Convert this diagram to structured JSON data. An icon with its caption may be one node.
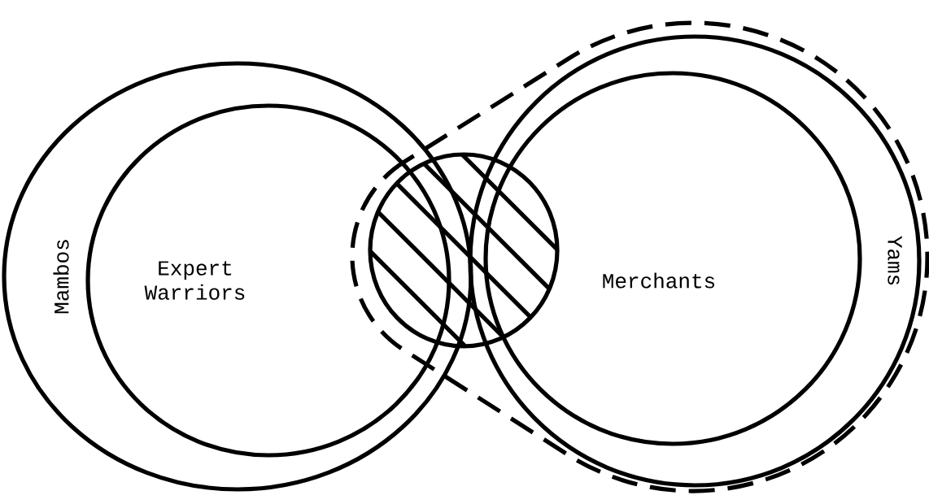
{
  "diagram": {
    "nodes": [
      {
        "text": [
          "Mambos"
        ]
      },
      {
        "text": [
          "Expert Warriors"
        ],
        "in": 0
      },
      {
        "text": [],
        "shape": "teardrop"
      },
      {
        "text": [
          "Yams"
        ],
        "in": 2
      },
      {
        "text": [
          "Merchants"
        ],
        "in": 3
      },
      {
        "text": [],
        "shape": "circle"
      }
    ]
  }
}
